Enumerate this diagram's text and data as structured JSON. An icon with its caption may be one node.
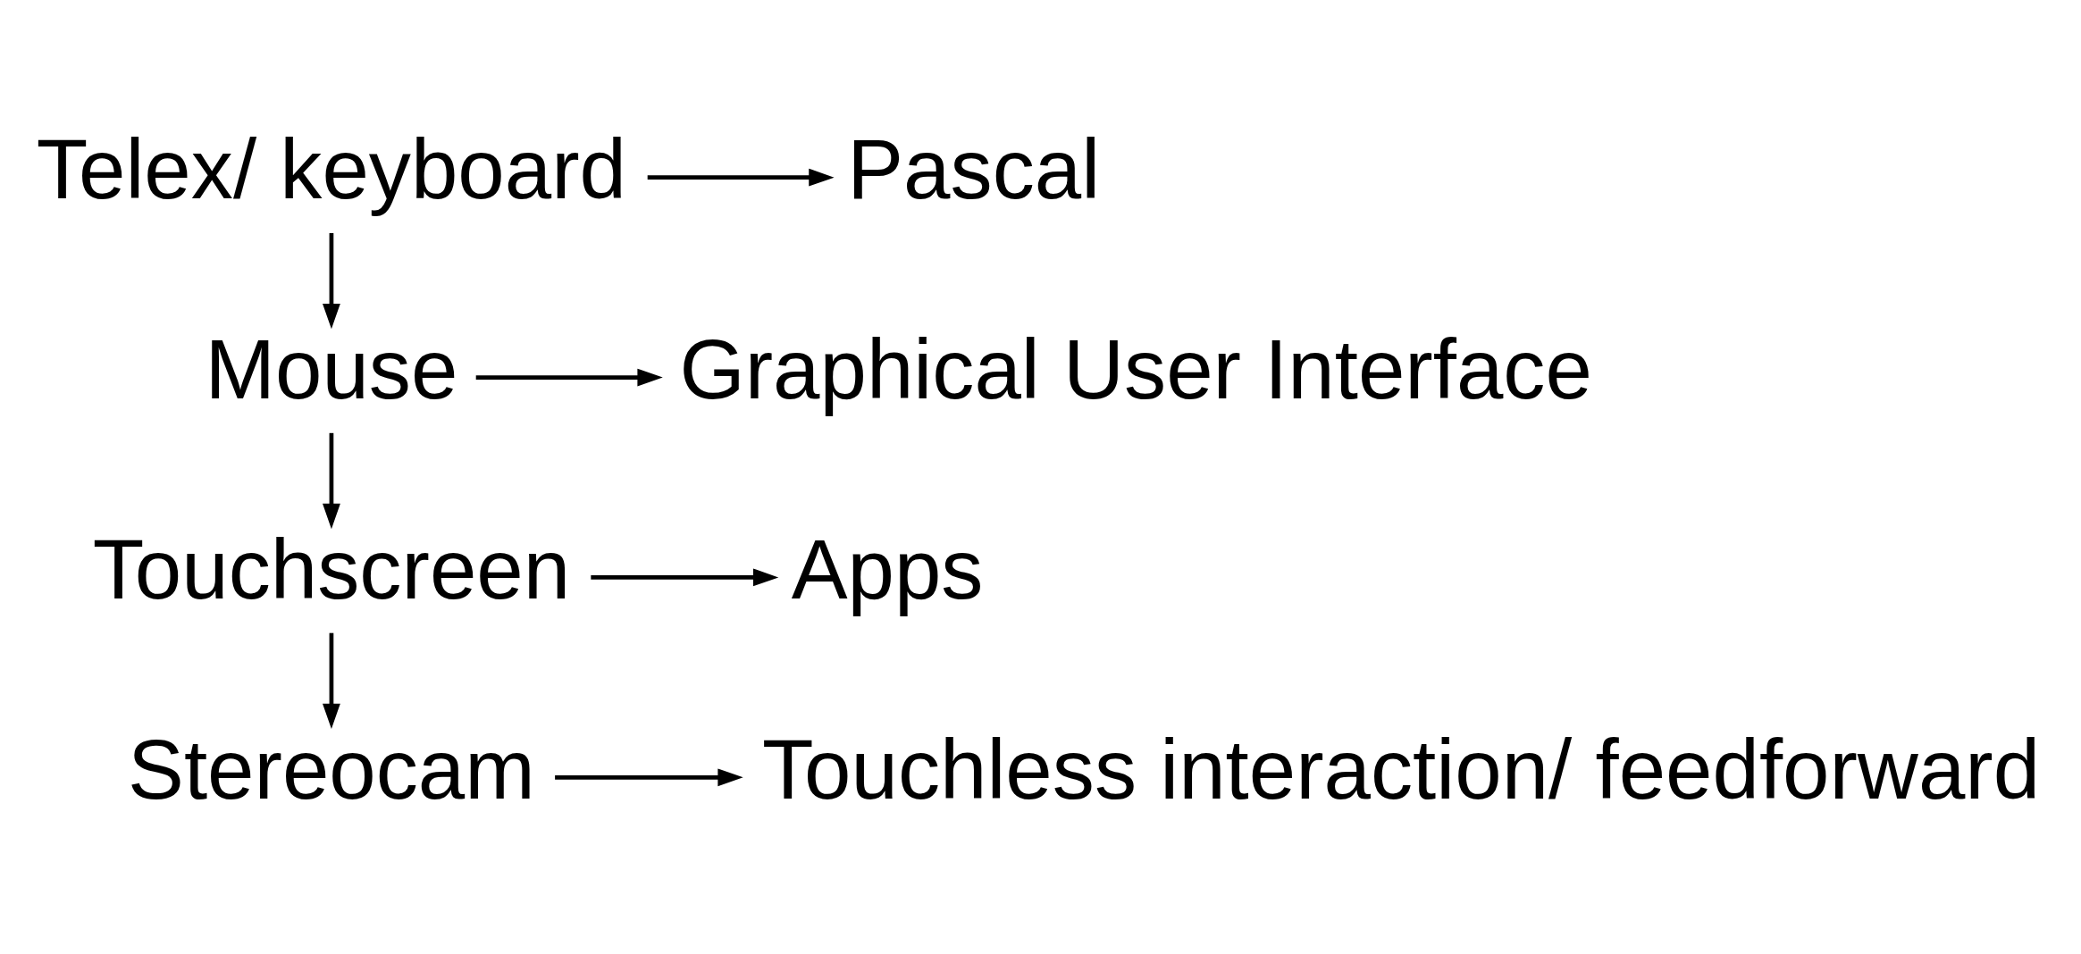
{
  "diagram": {
    "nodes": [
      {
        "text": [
          "Telex/ keyboard"
        ]
      },
      {
        "text": [
          "Pascal"
        ]
      },
      {
        "text": [
          "Mouse"
        ]
      },
      {
        "text": [
          "Graphical User Interface"
        ]
      },
      {
        "text": [
          "Touchscreen"
        ]
      },
      {
        "text": [
          "Apps"
        ]
      },
      {
        "text": [
          "Stereocam"
        ]
      },
      {
        "text": [
          "Touchless interaction/ feedforward"
        ]
      }
    ],
    "edges": [
      {
        "from": 0,
        "to": 1,
        "arrow": "to"
      },
      {
        "from": 0,
        "to": 2,
        "arrow": "to"
      },
      {
        "from": 2,
        "to": 3,
        "arrow": "to"
      },
      {
        "from": 2,
        "to": 4,
        "arrow": "to"
      },
      {
        "from": 4,
        "to": 5,
        "arrow": "to"
      },
      {
        "from": 4,
        "to": 6,
        "arrow": "to"
      },
      {
        "from": 6,
        "to": 7,
        "arrow": "to"
      }
    ]
  }
}
